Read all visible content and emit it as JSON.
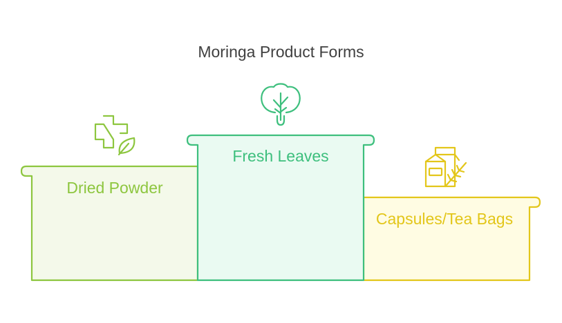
{
  "title": "Moringa Product Forms",
  "colors": {
    "powder_stroke": "#8dc63f",
    "powder_fill": "#f4f9ea",
    "powder_text": "#8dc63f",
    "leaves_stroke": "#3dbf7d",
    "leaves_fill": "#eafaf2",
    "leaves_text": "#3dbf7d",
    "capsules_stroke": "#e3c61a",
    "capsules_fill": "#fffce3",
    "capsules_text": "#e3c61a"
  },
  "forms": [
    {
      "label": "Dried Powder",
      "icon": "medical-cross-leaf-icon"
    },
    {
      "label": "Fresh Leaves",
      "icon": "leaf-tree-icon"
    },
    {
      "label": "Capsules/Tea Bags",
      "icon": "tea-box-herb-icon"
    }
  ]
}
